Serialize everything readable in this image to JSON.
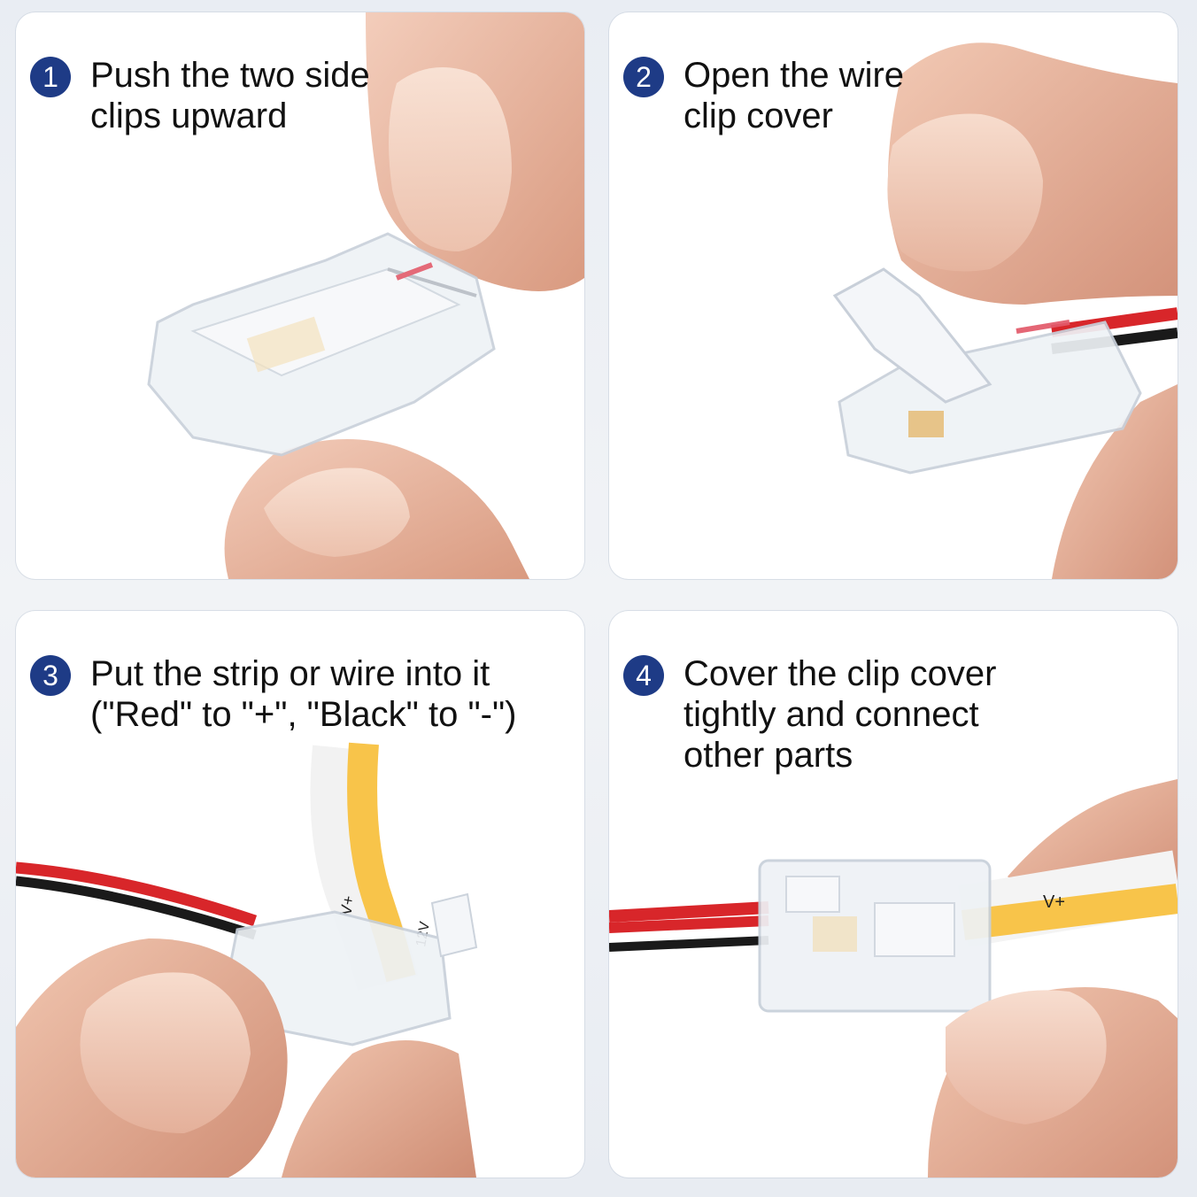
{
  "steps": [
    {
      "number": "1",
      "lines": [
        "Push the two side",
        "clips upward"
      ]
    },
    {
      "number": "2",
      "lines": [
        "Open the wire",
        "clip cover"
      ]
    },
    {
      "number": "3",
      "lines": [
        "Put the strip or wire into it",
        "(\"Red\" to \"+\", \"Black\" to \"-\")"
      ]
    },
    {
      "number": "4",
      "lines": [
        "Cover the clip cover",
        "tightly and connect",
        "other parts"
      ]
    }
  ],
  "strip_markings": {
    "plus": "V+",
    "voltage": "12V"
  },
  "colors": {
    "badge": "#1e3b86",
    "skin": "#e8b39c",
    "wire_red": "#d8262a",
    "wire_black": "#1a1a1a",
    "cob_strip": "#f8c44a"
  }
}
